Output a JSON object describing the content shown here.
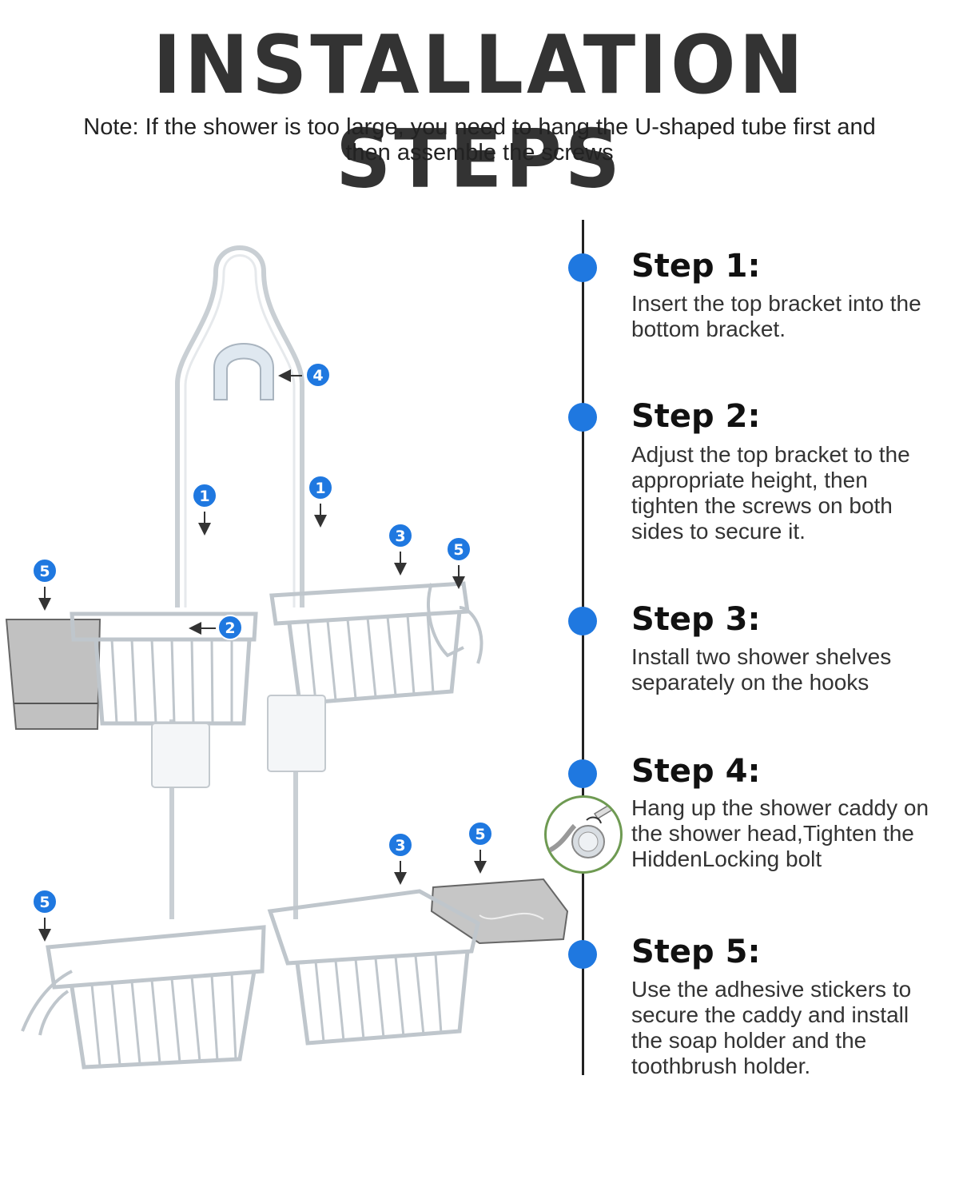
{
  "title": "INSTALLATION STEPS",
  "note": "Note: If the shower is too large, you need to hang the U-shaped tube first and then assemble the screws",
  "colors": {
    "accent": "#1f78e0",
    "text": "#333333",
    "inset_ring": "#6e9a52",
    "metal": "#c9cfd4"
  },
  "steps": [
    {
      "title": "Step 1:",
      "text": "Insert the top bracket into the bottom bracket."
    },
    {
      "title": "Step 2:",
      "text": "Adjust the top bracket to the appropriate height, then tighten the screws on both sides to secure it."
    },
    {
      "title": "Step 3:",
      "text": "Install two shower shelves separately on the hooks"
    },
    {
      "title": "Step 4:",
      "text": "Hang up the shower caddy on the shower head,Tighten the HiddenLocking bolt"
    },
    {
      "title": "Step 5:",
      "text": "Use the adhesive stickers to secure the caddy and install the soap holder and the toothbrush holder."
    }
  ],
  "callouts": [
    {
      "label": "4"
    },
    {
      "label": "1"
    },
    {
      "label": "1"
    },
    {
      "label": "3"
    },
    {
      "label": "5"
    },
    {
      "label": "5"
    },
    {
      "label": "2"
    },
    {
      "label": "3"
    },
    {
      "label": "5"
    },
    {
      "label": "5"
    }
  ]
}
